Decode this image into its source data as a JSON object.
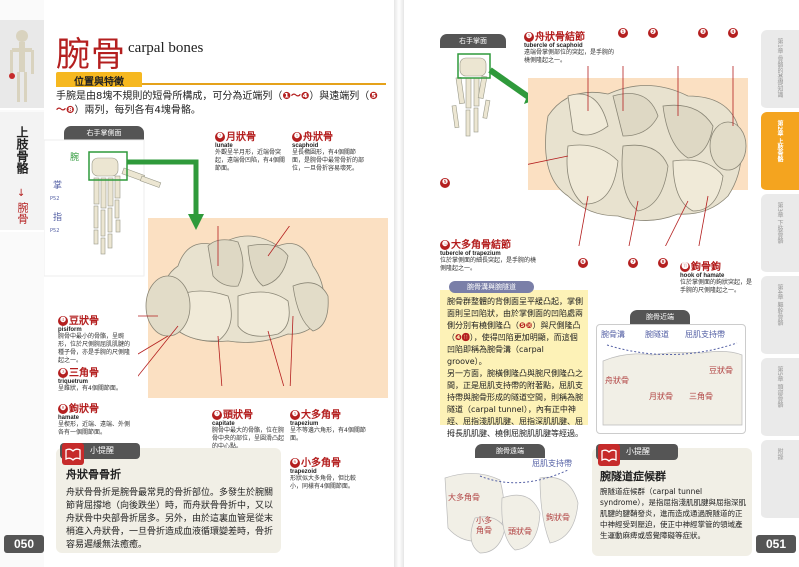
{
  "left_page": {
    "number": "050",
    "title": "腕骨",
    "title_en": "carpal bones",
    "section_label": "位置與特徵",
    "intro_part1": "手腕是由8塊不規則的短骨所構成，可分為近端列（",
    "intro_range1": "❶～❹",
    "intro_part2": "）與遠端列（",
    "intro_range2": "❺～❽",
    "intro_part3": "）兩列，每列各有4塊骨骼。",
    "side_category": "上肢骨骼",
    "side_arrow": "↓",
    "side_sub": "腕骨",
    "hand_label": "右手掌側面",
    "hand_parts": {
      "wrist": "腕",
      "palm": "掌",
      "palm_ref": "P52",
      "finger": "指",
      "finger_ref": "P52"
    },
    "bones": [
      {
        "num": "❶",
        "name": "舟狀骨",
        "en": "scaphoid",
        "desc": "呈長橢圓形，有4個關節面，是腕骨中最常骨折的部位，一旦骨折容易壞死。"
      },
      {
        "num": "❷",
        "name": "月狀骨",
        "en": "lunate",
        "desc": "外觀呈半月形，近端骨突起，遠端骨凹陷，有4個關節面。"
      },
      {
        "num": "❸",
        "name": "三角骨",
        "en": "triquetrum",
        "desc": "呈錐狀，有4個關節面。"
      },
      {
        "num": "❹",
        "name": "豆狀骨",
        "en": "pisiform",
        "desc": "腕骨中最小的骨骼，呈豌形，位於尺側腕屈肌肌腱的種子骨，亦是手腕的尺側隆起之一。"
      },
      {
        "num": "❺",
        "name": "大多角骨",
        "en": "trapezium",
        "desc": "呈不等邊六角形，有4個關節面。"
      },
      {
        "num": "❻",
        "name": "小多角骨",
        "en": "trapezoid",
        "desc": "形狀似大多角骨，但比較小，同樣有4個關節面。"
      },
      {
        "num": "❼",
        "name": "頭狀骨",
        "en": "capitate",
        "desc": "腕骨中最大的骨骼，位在腕骨中央的部位，呈圓滑凸起的中心點。"
      },
      {
        "num": "❽",
        "name": "鉤狀骨",
        "en": "hamate",
        "desc": "呈楔形，近端、遠端、外側各有一個關節面。"
      }
    ],
    "tip": {
      "badge": "小提醒",
      "title": "舟狀骨骨折",
      "text": "舟狀骨骨折是腕骨最常見的骨折部位。多發生於腕關節背屈撐地（向後跌坐）時，而舟狀骨骨折中，又以舟狀骨中央部骨折居多。另外，由於這裏血管是從末梢進入舟狀骨，一旦骨折造成血液循環變差時，骨折容易遲緩無法癒癒。"
    }
  },
  "right_page": {
    "number": "051",
    "hand_label": "右手掌面",
    "top_labels": [
      {
        "num": "❺",
        "name": "舟狀骨結節",
        "en": "tubercle of scaphoid",
        "desc": "遠端骨掌側部位的突起，是手腕的橈側隆起之一。"
      },
      {
        "num": "❿",
        "name": "大多角骨結節",
        "en": "tubercle of trapezium",
        "desc": "位於掌側面的細長突起，是手腕的橈側隆起之一。"
      },
      {
        "num": "⓫",
        "name": "鉤骨鉤",
        "en": "hook of hamate",
        "desc": "位於掌側面的鉤狀突起，是手腕的尺側隆起之一。"
      }
    ],
    "col_numbers": [
      "❶",
      "❷",
      "❸",
      "❹"
    ],
    "bottom_numbers": [
      "❻",
      "❼",
      "❽"
    ],
    "left_number": "❺",
    "yellow_box": {
      "head": "腕骨溝與腕隧道",
      "p1_a": "腕骨群整體的背側面呈平緩凸起，掌側面則呈凹陷狀，由於掌側面的凹陷處兩側分別有橈側隆凸（",
      "p1_b": "❺❿",
      "p1_c": "）與尺側隆凸（",
      "p1_d": "❹⓫",
      "p1_e": "），使得凹陷更加明顯，而這個凹陷即稱為腕骨溝（carpal groove）。",
      "p2": "另一方面，腕橫側隆凸與腕尺側隆凸之間，正是屈肌支持帶的附著點，屈肌支持帶與腕骨形成的隧道空間，則稱為腕隧道（carpal tunnel），內有正中神經、屈指淺肌肌腱、屈指深肌肌腱、屈拇長肌肌腱、橈側屈腕肌肌腱等經過。"
    },
    "near_section": {
      "head": "腕骨近端",
      "labels": [
        "腕骨溝",
        "腕隧道",
        "屈肌支持帶",
        "舟狀骨",
        "月狀骨",
        "三角骨",
        "豆狀骨"
      ]
    },
    "far_section": {
      "head": "腕骨遠端",
      "labels": [
        "屈肌支持帶",
        "大多角骨",
        "小多角骨",
        "頭狀骨",
        "鉤狀骨"
      ]
    },
    "syndrome": {
      "badge": "小提醒",
      "title": "腕隧道症候群",
      "text": "腕隧道症候群（carpal tunnel syndrome），是指屈指淺肌肌腱與屈指深肌肌腱的腱鞘發炎，進而造成通過腕隧道的正中神經受到壓迫，使正中神經掌管的領域產生運動麻痺或感覺障礙等症狀。"
    },
    "right_tabs": [
      "第1章 骨骼的基礎知識",
      "第2章 上肢骨骼",
      "第3章 下肢骨骼",
      "第4章 軀幹骨骼",
      "第5章 頭部骨骼",
      "附錄"
    ],
    "active_tab": "上肢骨骼"
  },
  "colors": {
    "accent_red": "#b41f1f",
    "accent_orange": "#f6b820",
    "peach_bg": "#fbe0c2",
    "bone": "#e8e2cf",
    "green_arrow": "#2f9a3b"
  }
}
